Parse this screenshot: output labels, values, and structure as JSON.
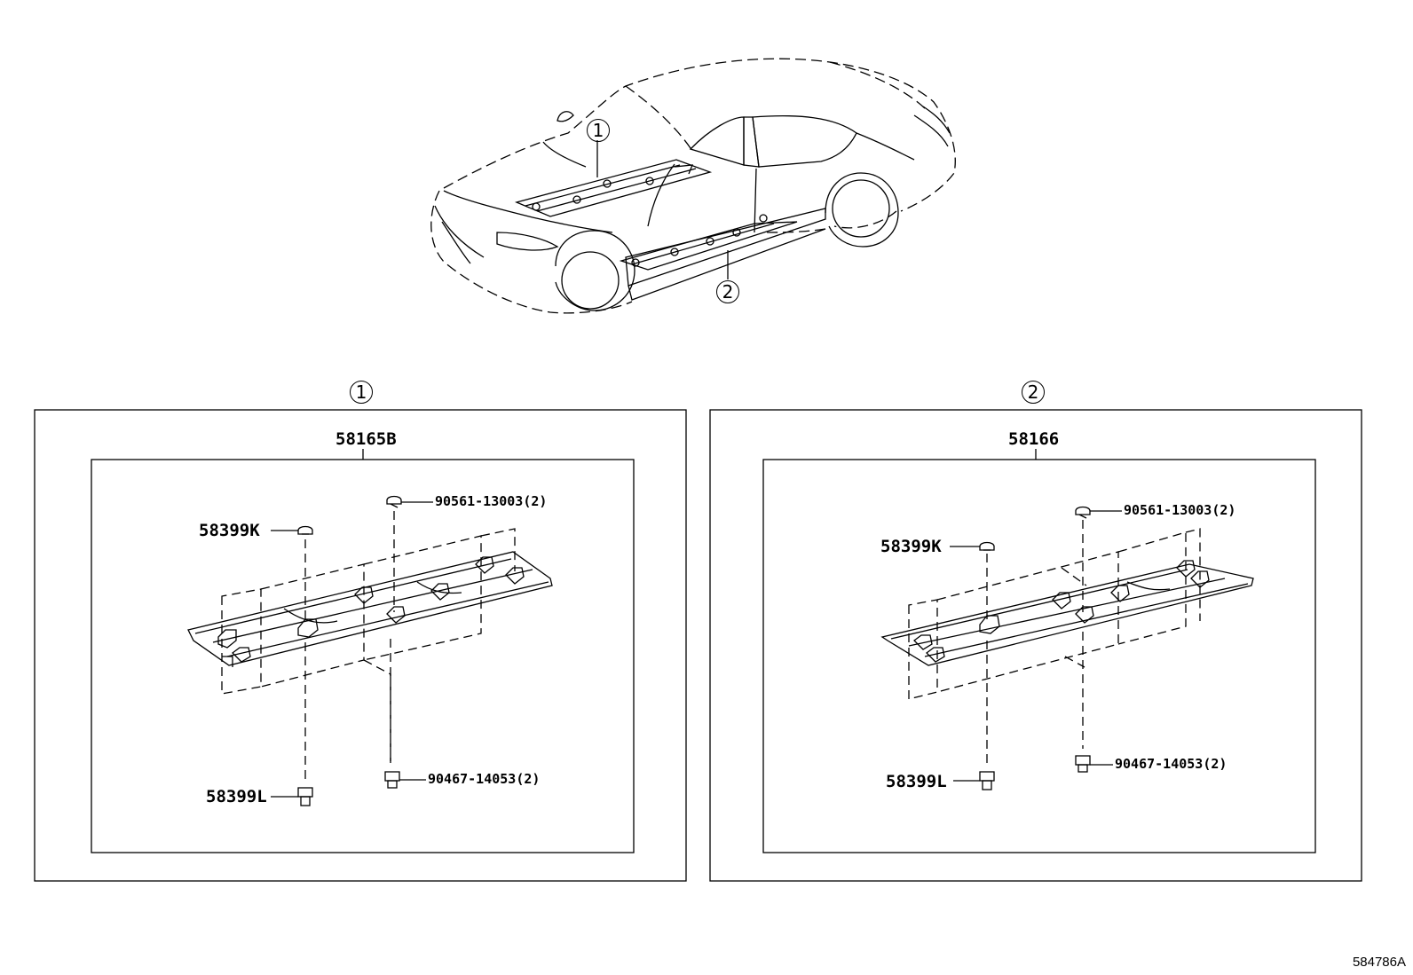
{
  "callouts": {
    "car_1": "1",
    "car_2": "2",
    "panel_1": "1",
    "panel_2": "2"
  },
  "panel_1": {
    "assembly": "58165B",
    "clip_top": "58399K",
    "clip_bottom": "58399L",
    "fastener_top": "90561-13003(2)",
    "fastener_bottom": "90467-14053(2)"
  },
  "panel_2": {
    "assembly": "58166",
    "clip_top": "58399K",
    "clip_bottom": "58399L",
    "fastener_top": "90561-13003(2)",
    "fastener_bottom": "90467-14053(2)"
  },
  "illustration_code": "584786A",
  "colors": {
    "line": "#000000",
    "background": "#ffffff"
  }
}
